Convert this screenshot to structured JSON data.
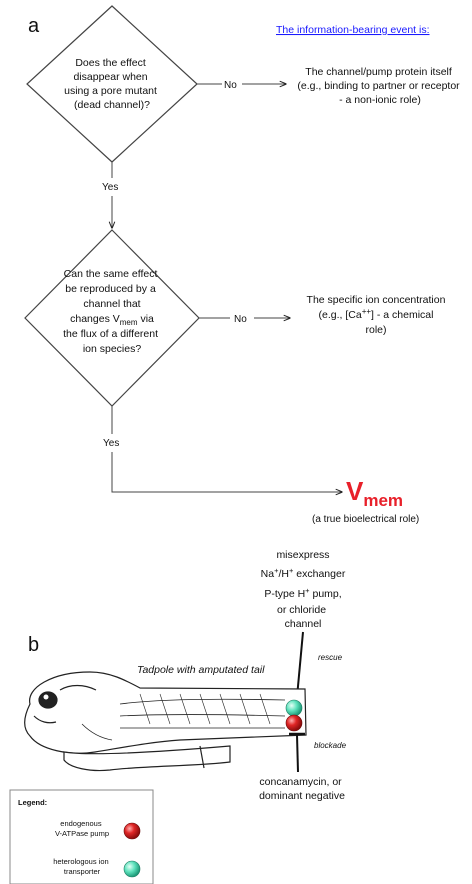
{
  "panel_a": {
    "label": "a",
    "header": "The information-bearing event is:",
    "q1": [
      "Does the effect",
      "disappear when",
      "using a pore mutant",
      "(dead channel)?"
    ],
    "no1": "No",
    "r1": [
      "The channel/pump protein itself",
      "(e.g., binding to partner or receptor",
      "- a non-ionic role)"
    ],
    "yes1": "Yes",
    "q2": {
      "line1": "Can the same effect",
      "line2": "be reproduced by a",
      "line3a": "channel that",
      "line4a": "changes V",
      "line4sub": "mem",
      "line4b": " via",
      "line5": "the flux of a different",
      "line6": "ion species?"
    },
    "no2": "No",
    "r2": {
      "line1": "The specific ion concentration",
      "line2a": "(e.g., [Ca",
      "line2sup": "++",
      "line2b": "] - a chemical",
      "line3": "role)"
    },
    "yes2": "Yes",
    "vmem_main": "V",
    "vmem_sub": "mem",
    "vmem_caption": "(a true bioelectrical role)"
  },
  "panel_b": {
    "label": "b",
    "misexpress": {
      "line1": "misexpress",
      "line2a": "Na",
      "line2sup1": "+",
      "line2b": "/H",
      "line2sup2": "+",
      "line2c": " exchanger",
      "line3a": "P-type H",
      "line3sup": "+",
      "line3b": " pump,",
      "line4": "or chloride",
      "line5": "channel"
    },
    "rescue": "rescue",
    "tadpole_label": "Tadpole with amputated tail",
    "blockade": "blockade",
    "blockers": [
      "concanamycin, or",
      "dominant negative"
    ],
    "legend": {
      "title": "Legend:",
      "item1": [
        "endogenous",
        "V-ATPase pump"
      ],
      "item2": [
        "heterologous ion",
        "transporter"
      ]
    }
  },
  "colors": {
    "link_blue": "#1a1aff",
    "vmem_red": "#e8202a",
    "pump_red": "#d92020",
    "transporter_teal": "#57e0b8"
  }
}
